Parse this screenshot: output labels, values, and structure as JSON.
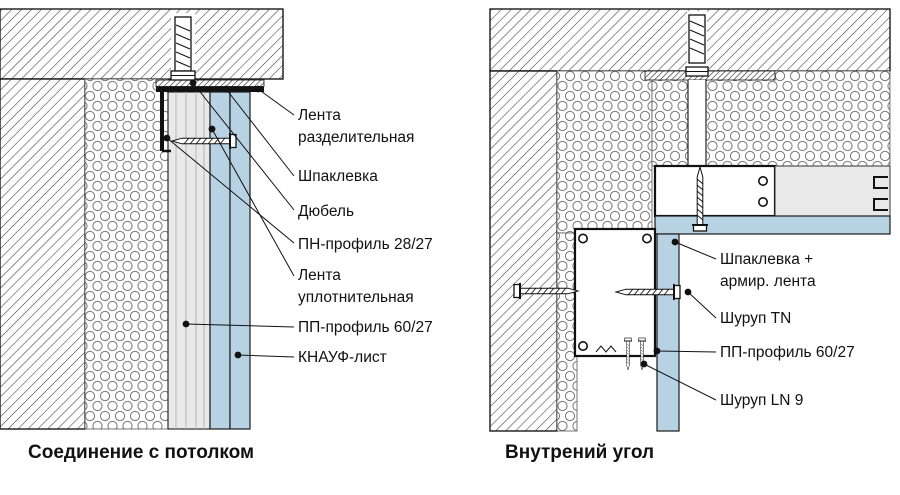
{
  "panels": {
    "left": {
      "caption": "Соединение с потолком",
      "labels": {
        "separation_tape_1": "Лента",
        "separation_tape_2": "разделительная",
        "putty": "Шпаклевка",
        "dowel": "Дюбель",
        "pn_profile": "ПН-профиль 28/27",
        "sealing_tape_1": "Лента",
        "sealing_tape_2": "уплотнительная",
        "pp_profile": "ПП-профиль 60/27",
        "knauf_sheet": "КНАУФ-лист"
      }
    },
    "right": {
      "caption": "Внутрений угол",
      "labels": {
        "putty_tape_1": "Шпаклевка +",
        "putty_tape_2": "армир. лента",
        "screw_tn": "Шуруп TN",
        "pp_profile": "ПП-профиль 60/27",
        "screw_ln": "Шуруп LN 9"
      }
    },
    "colors": {
      "board_blue": "#b7d3e3",
      "profile_gray": "#e9e9e9",
      "ink": "#111111"
    }
  }
}
